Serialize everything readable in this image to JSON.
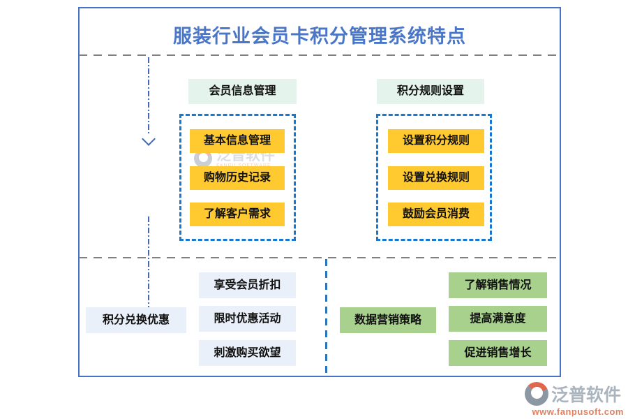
{
  "title": "服装行业会员卡积分管理系统特点",
  "colors": {
    "frame_blue": "#4673C8",
    "dashed_group_blue": "#1778CF",
    "divider_gray": "#808080",
    "item_yellow": "#FFC930",
    "header_mint": "#E4F4EC",
    "bottom_blue": "#EAF0FA",
    "bottom_green": "#A9D18E",
    "title_blue": "#4A76C8",
    "logo_gray": "#AAB4BE",
    "logo_orange": "#E4805B"
  },
  "top_section": {
    "groups": [
      {
        "header": "会员信息管理",
        "items": [
          "基本信息管理",
          "购物历史记录",
          "了解客户需求"
        ]
      },
      {
        "header": "积分规则设置",
        "items": [
          "设置积分规则",
          "设置兑换规则",
          "鼓励会员消费"
        ]
      }
    ]
  },
  "bottom_section": {
    "groups": [
      {
        "label": "积分兑换优惠",
        "items": [
          "享受会员折扣",
          "限时优惠活动",
          "刺激购买欲望"
        ]
      },
      {
        "label": "数据营销策略",
        "items": [
          "了解销售情况",
          "提高满意度",
          "促进销售增长"
        ]
      }
    ]
  },
  "watermark": {
    "text": "泛普软件",
    "subtext": "FANPU SOFTWARE"
  },
  "logo": {
    "text": "泛普软件",
    "url": "www.fanpusoft.com"
  }
}
